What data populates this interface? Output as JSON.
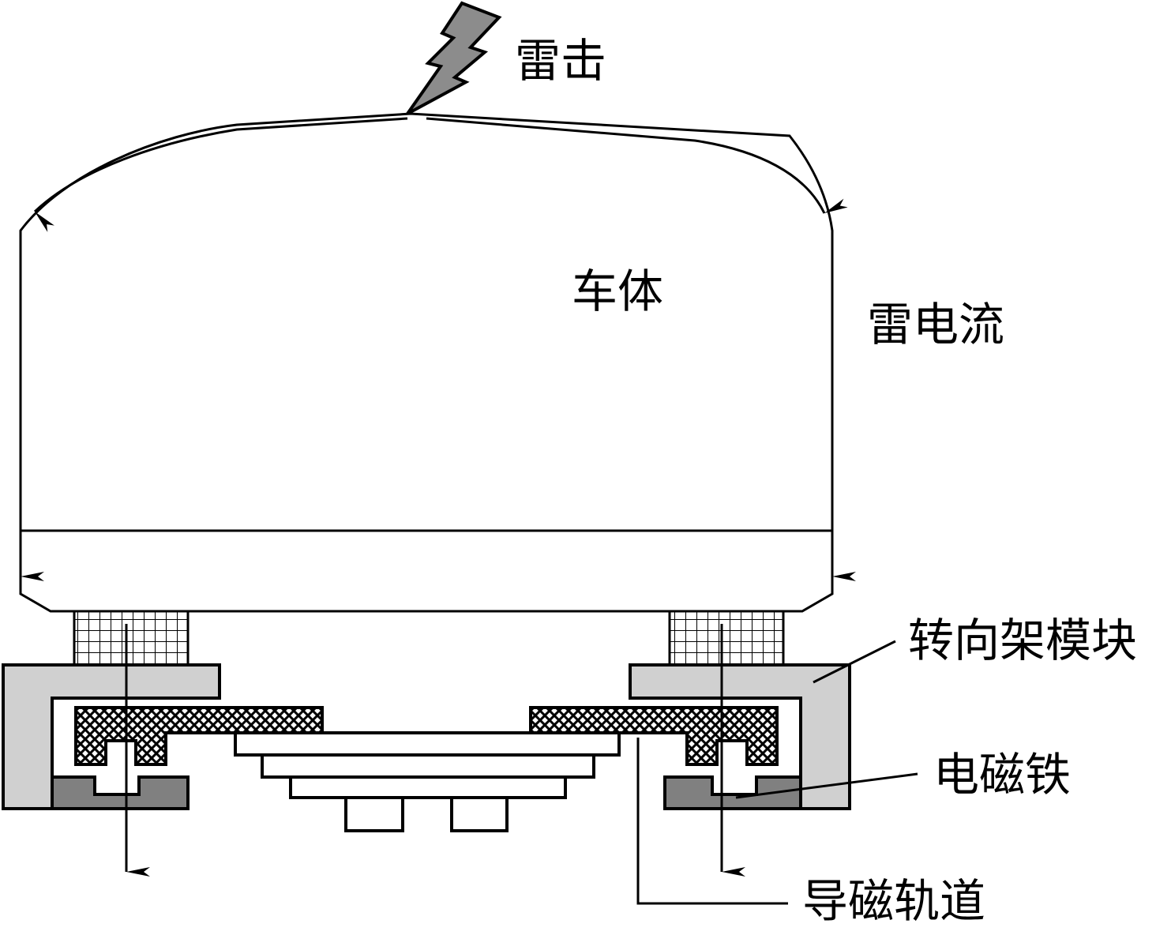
{
  "labels": {
    "lightning_strike": "雷击",
    "car_body": "车体",
    "lightning_current": "雷电流",
    "bogie_module": "转向架模块",
    "electromagnet": "电磁铁",
    "magnetic_rail": "导磁轨道"
  },
  "colors": {
    "stroke": "#000000",
    "bolt_fill": "#8c8c8c",
    "bogie_fill": "#d0d0d0",
    "magnet_fill": "#808080",
    "background": "#ffffff"
  },
  "icons": {
    "lightning": "lightning-bolt-icon",
    "crosshatch": "crosshatch-pattern",
    "grid": "grid-pattern"
  }
}
